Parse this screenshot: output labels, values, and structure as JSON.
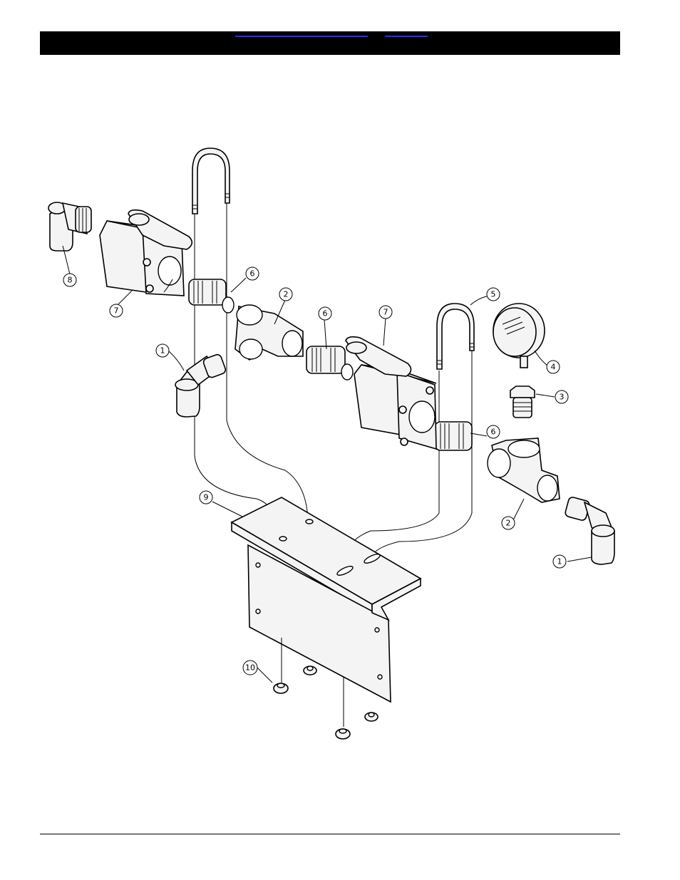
{
  "header": {
    "links": [
      "",
      ""
    ]
  },
  "callouts": {
    "c1a": "1",
    "c1b": "1",
    "c2a": "2",
    "c2b": "2",
    "c3": "3",
    "c4": "4",
    "c5": "5",
    "c6a": "6",
    "c6b": "6",
    "c6c": "6",
    "c7a": "7",
    "c7b": "7",
    "c8": "8",
    "c9": "9",
    "c10": "10"
  },
  "colors": {
    "header_bar": "#000000",
    "link": "#2a2aff",
    "line_art": "#000000"
  }
}
